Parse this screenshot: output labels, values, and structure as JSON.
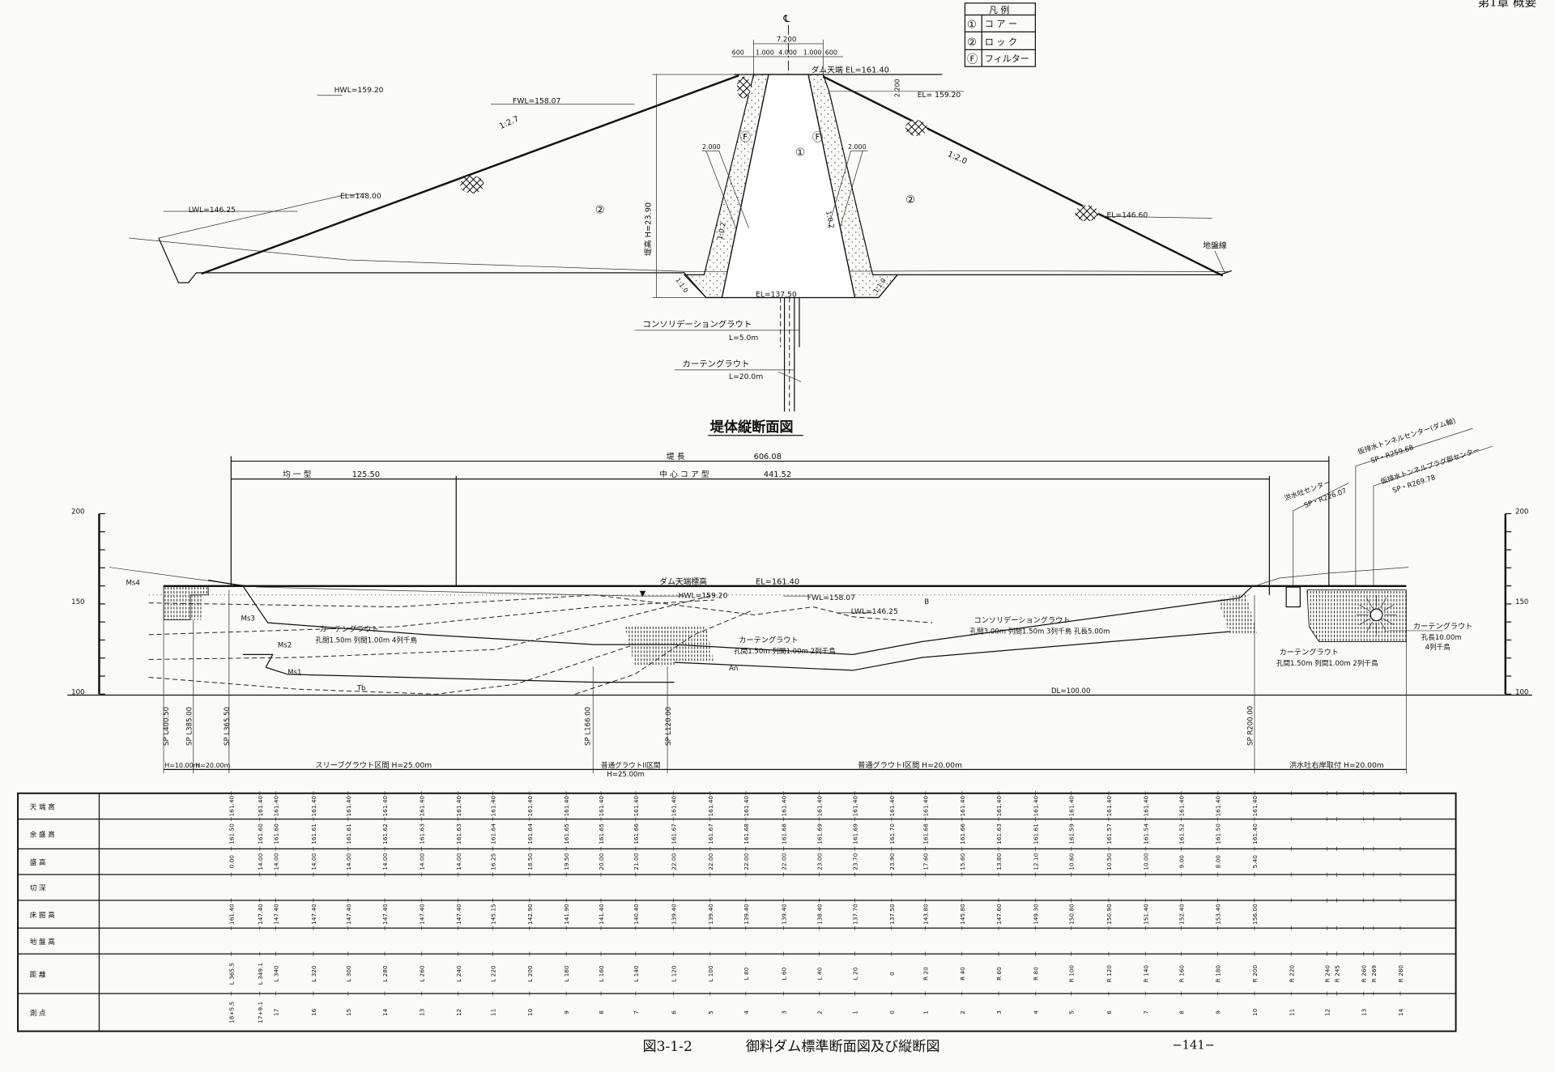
{
  "header": {
    "chapter": "第1章 概要"
  },
  "legend": {
    "title": "凡 例",
    "items": [
      {
        "symbol": "①",
        "label": "コ ア ー"
      },
      {
        "symbol": "②",
        "label": "ロ ッ ク"
      },
      {
        "symbol": "Ⓕ",
        "label": "フィルター"
      }
    ]
  },
  "cross_section": {
    "title": "堤体縦断面図",
    "centerline": "℄",
    "crest_width": "7.200",
    "crest_dims": [
      "600",
      "1.000",
      "4.000",
      "1.000",
      "600"
    ],
    "crest_label": "ダム天端 EL=161.40",
    "berm_label": "EL= 159.20",
    "berm_dim": "2.200",
    "hwl": "HWL=159.20",
    "fwl": "FWL=158.07",
    "lwl": "LWL=146.25",
    "el_upstream": "EL=148.00",
    "el_downstream": "EL=146.60",
    "el_base": "EL=137.50",
    "slope_up": "1:2.7",
    "slope_down": "1:2.0",
    "slope_filter_left": "1:0.2",
    "slope_filter_right": "1:0.2",
    "slope_trench_left": "1:1.0",
    "slope_trench_right": "1:1.0",
    "filter_width_left": "2.000",
    "filter_width_right": "2.000",
    "height_label": "堤高 H=23.90",
    "zone_core": "①",
    "zone_rock": "②",
    "zone_filter": "Ⓕ",
    "ground_line": "地盤線",
    "consolidation_grout": "コンソリデーショングラウト",
    "consolidation_length": "L=5.0m",
    "curtain_grout": "カーテングラウト",
    "curtain_length": "L=20.0m"
  },
  "profile": {
    "dam_length_label": "堤 長",
    "dam_length": "606.08",
    "homogeneous_label": "均 一 型",
    "homogeneous_length": "125.50",
    "core_type_label": "中 心 コ ア 型",
    "core_type_length": "441.52",
    "axis_ticks": [
      "200",
      "150",
      "100"
    ],
    "crest_label": "ダム天端標高",
    "crest_el": "EL=161.40",
    "hwl": "HWL=159.20",
    "fwl": "FWL=158.07",
    "lwl": "LWL=146.25",
    "dl": "DL=100.00",
    "strata": [
      "Ms4",
      "Ms3",
      "Ms2",
      "Ms1",
      "Tb",
      "An",
      "B"
    ],
    "notes": {
      "curtain_left_1": "カーテングラウト",
      "curtain_left_2": "孔間1.50m 列間1.00m 4列千鳥",
      "curtain_mid_1": "カーテングラウト",
      "curtain_mid_2": "孔間1.50m 列間1.00m 2列千鳥",
      "consol_1": "コンソリデーショングラウト",
      "consol_2": "孔間3.00m 列間1.50m 3列千鳥 孔長5.00m",
      "curtain_right_1": "カーテングラウト",
      "curtain_right_2": "孔間1.50m 列間1.00m 2列千鳥",
      "tunnel_curtain_1": "カーテングラウト",
      "tunnel_curtain_2": "孔長10.00m",
      "tunnel_curtain_3": "4列千鳥"
    },
    "leaders": [
      {
        "title": "洪水吐センター",
        "value": "SP・R226.07"
      },
      {
        "title": "仮排水トンネルセンター(ダム軸)",
        "value": "SP・R259.68"
      },
      {
        "title": "仮排水トンネルプラグ部センター",
        "value": "SP・R269.78"
      }
    ],
    "sp_marks": [
      "SP L400.50",
      "SP L385.00",
      "SP L365.50",
      "SP L166.00",
      "SP L120.00",
      "SP R200.00"
    ],
    "sections": [
      {
        "label": "H=10.00m"
      },
      {
        "label": "H=20.00m"
      },
      {
        "label": "スリーブグラウト区間 H=25.00m"
      },
      {
        "label": "普通グラウトII区間",
        "sub": "H=25.00m"
      },
      {
        "label": "普通グラウトI区間 H=20.00m"
      },
      {
        "label": "洪水吐右岸取付 H=20.00m"
      }
    ]
  },
  "table": {
    "row_labels": [
      "天 端 高",
      "余 盛 高",
      "盛   高",
      "切   深",
      "床 掘 高",
      "地 盤 高",
      "距   離",
      "測   点"
    ],
    "columns": [
      {
        "crest": "161.40",
        "extra": "161.50",
        "fill": "0.00",
        "excav": "161.40",
        "dist": "L 365.5",
        "sta": "18+5.5"
      },
      {
        "crest": "161.40",
        "extra": "161.60",
        "fill": "14.00",
        "excav": "147.40",
        "dist": "L 349.1",
        "sta": "17+9.1"
      },
      {
        "crest": "161.40",
        "extra": "161.60",
        "fill": "14.00",
        "excav": "147.40",
        "dist": "L 340",
        "sta": "17"
      },
      {
        "crest": "161.40",
        "extra": "161.61",
        "fill": "14.00",
        "excav": "147.40",
        "dist": "L 320",
        "sta": "16"
      },
      {
        "crest": "161.40",
        "extra": "161.61",
        "fill": "14.00",
        "excav": "147.40",
        "dist": "L 300",
        "sta": "15"
      },
      {
        "crest": "161.40",
        "extra": "161.62",
        "fill": "14.00",
        "excav": "147.40",
        "dist": "L 280",
        "sta": "14"
      },
      {
        "crest": "161.40",
        "extra": "161.63",
        "fill": "14.00",
        "excav": "147.40",
        "dist": "L 260",
        "sta": "13"
      },
      {
        "crest": "161.40",
        "extra": "161.63",
        "fill": "14.00",
        "excav": "147.40",
        "dist": "L 240",
        "sta": "12"
      },
      {
        "crest": "161.40",
        "extra": "161.64",
        "fill": "16.25",
        "excav": "145.15",
        "dist": "L 220",
        "sta": "11"
      },
      {
        "crest": "161.40",
        "extra": "161.64",
        "fill": "18.50",
        "excav": "142.90",
        "dist": "L 200",
        "sta": "10"
      },
      {
        "crest": "161.40",
        "extra": "161.65",
        "fill": "19.50",
        "excav": "141.90",
        "dist": "L 180",
        "sta": "9"
      },
      {
        "crest": "161.40",
        "extra": "161.65",
        "fill": "20.00",
        "excav": "141.40",
        "dist": "L 160",
        "sta": "8"
      },
      {
        "crest": "161.40",
        "extra": "161.66",
        "fill": "21.00",
        "excav": "140.40",
        "dist": "L 140",
        "sta": "7"
      },
      {
        "crest": "161.40",
        "extra": "161.67",
        "fill": "22.00",
        "excav": "139.40",
        "dist": "L 120",
        "sta": "6"
      },
      {
        "crest": "161.40",
        "extra": "161.67",
        "fill": "22.00",
        "excav": "139.40",
        "dist": "L 100",
        "sta": "5"
      },
      {
        "crest": "161.40",
        "extra": "161.68",
        "fill": "22.00",
        "excav": "139.40",
        "dist": "L 80",
        "sta": "4"
      },
      {
        "crest": "161.40",
        "extra": "161.68",
        "fill": "22.00",
        "excav": "139.40",
        "dist": "L 60",
        "sta": "3"
      },
      {
        "crest": "161.40",
        "extra": "161.69",
        "fill": "23.00",
        "excav": "138.40",
        "dist": "L 40",
        "sta": "2"
      },
      {
        "crest": "161.40",
        "extra": "161.69",
        "fill": "23.70",
        "excav": "137.70",
        "dist": "L 20",
        "sta": "1"
      },
      {
        "crest": "161.40",
        "extra": "161.70",
        "fill": "23.90",
        "excav": "137.50",
        "dist": "0",
        "sta": "0"
      },
      {
        "crest": "161.40",
        "extra": "161.68",
        "fill": "17.60",
        "excav": "143.80",
        "dist": "R 20",
        "sta": "1"
      },
      {
        "crest": "161.40",
        "extra": "161.66",
        "fill": "15.60",
        "excav": "145.80",
        "dist": "R 40",
        "sta": "2"
      },
      {
        "crest": "161.40",
        "extra": "161.63",
        "fill": "13.80",
        "excav": "147.60",
        "dist": "R 60",
        "sta": "3"
      },
      {
        "crest": "161.40",
        "extra": "161.61",
        "fill": "12.10",
        "excav": "149.30",
        "dist": "R 80",
        "sta": "4"
      },
      {
        "crest": "161.40",
        "extra": "161.59",
        "fill": "10.60",
        "excav": "150.80",
        "dist": "R 100",
        "sta": "5"
      },
      {
        "crest": "161.40",
        "extra": "161.57",
        "fill": "10.50",
        "excav": "150.90",
        "dist": "R 120",
        "sta": "6"
      },
      {
        "crest": "161.40",
        "extra": "161.54",
        "fill": "10.00",
        "excav": "151.40",
        "dist": "R 140",
        "sta": "7"
      },
      {
        "crest": "161.40",
        "extra": "161.52",
        "fill": "9.00",
        "excav": "152.40",
        "dist": "R 160",
        "sta": "8"
      },
      {
        "crest": "161.40",
        "extra": "161.50",
        "fill": "8.00",
        "excav": "153.40",
        "dist": "R 180",
        "sta": "9"
      },
      {
        "crest": "161.40",
        "extra": "161.40",
        "fill": "5.40",
        "excav": "156.00",
        "dist": "R 200",
        "sta": "10"
      },
      {
        "dist": "R 220",
        "sta": "11"
      },
      {
        "dist": "R 240",
        "sta": "12"
      },
      {
        "dist": "R 245"
      },
      {
        "dist": "R 260",
        "sta": "13"
      },
      {
        "dist": "R 269"
      },
      {
        "dist": "R 280",
        "sta": "14"
      }
    ]
  },
  "caption": {
    "figure": "図3-1-2",
    "title": "御料ダム標準断面図及び縦断図",
    "page": "−141−"
  }
}
